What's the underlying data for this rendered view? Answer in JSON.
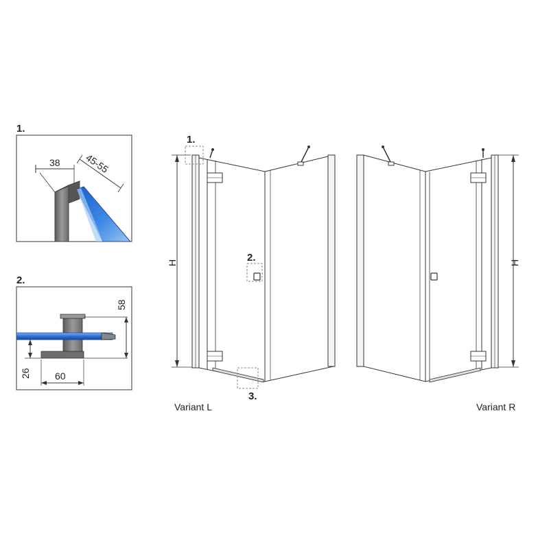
{
  "detail_1": {
    "label": "1.",
    "dim_width": "38",
    "dim_range": "45-55"
  },
  "detail_2": {
    "label": "2.",
    "dim_height": "58",
    "dim_base_height": "26",
    "dim_base_width": "60"
  },
  "variant_l": {
    "caption": "Variant L",
    "height_label": "H",
    "callout_1": "1.",
    "callout_2": "2.",
    "callout_3": "3."
  },
  "variant_r": {
    "caption": "Variant R",
    "height_label": "H"
  },
  "colors": {
    "glass_blue": "#2f6fd6",
    "line": "#333333",
    "frame_gray": "#8a8a8a",
    "callout_dash": "#888888"
  }
}
